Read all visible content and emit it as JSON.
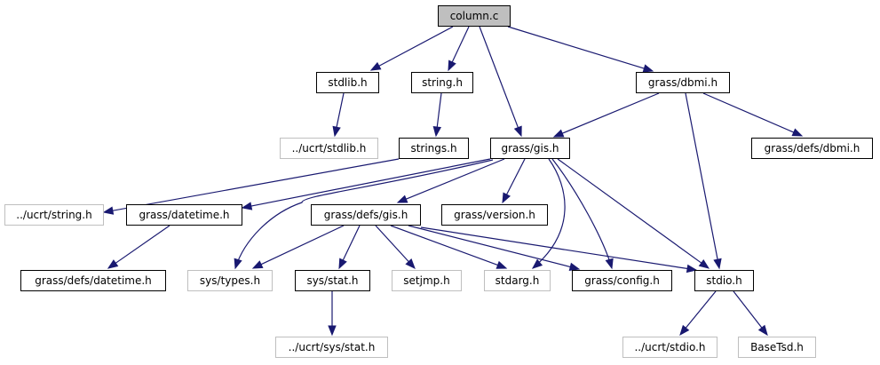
{
  "title": "column.c",
  "colors": {
    "edge": "#191970",
    "root_fill": "#bfbfbf",
    "ext_border": "#bfbfbf",
    "node_border": "#000000"
  },
  "nodes": [
    {
      "id": "column_c",
      "label": "column.c",
      "kind": "root"
    },
    {
      "id": "stdlib_h",
      "label": "stdlib.h",
      "kind": "doc"
    },
    {
      "id": "string_h",
      "label": "string.h",
      "kind": "doc"
    },
    {
      "id": "grass_dbmi_h",
      "label": "grass/dbmi.h",
      "kind": "doc"
    },
    {
      "id": "ucrt_stdlib_h",
      "label": "../ucrt/stdlib.h",
      "kind": "ext"
    },
    {
      "id": "strings_h",
      "label": "strings.h",
      "kind": "doc"
    },
    {
      "id": "grass_gis_h",
      "label": "grass/gis.h",
      "kind": "doc"
    },
    {
      "id": "grass_defs_dbmi_h",
      "label": "grass/defs/dbmi.h",
      "kind": "doc"
    },
    {
      "id": "ucrt_string_h",
      "label": "../ucrt/string.h",
      "kind": "ext"
    },
    {
      "id": "grass_datetime_h",
      "label": "grass/datetime.h",
      "kind": "doc"
    },
    {
      "id": "grass_defs_gis_h",
      "label": "grass/defs/gis.h",
      "kind": "doc"
    },
    {
      "id": "grass_version_h",
      "label": "grass/version.h",
      "kind": "doc"
    },
    {
      "id": "grass_defs_datetime_h",
      "label": "grass/defs/datetime.h",
      "kind": "doc"
    },
    {
      "id": "sys_types_h",
      "label": "sys/types.h",
      "kind": "ext"
    },
    {
      "id": "sys_stat_h",
      "label": "sys/stat.h",
      "kind": "doc"
    },
    {
      "id": "setjmp_h",
      "label": "setjmp.h",
      "kind": "ext"
    },
    {
      "id": "stdarg_h",
      "label": "stdarg.h",
      "kind": "ext"
    },
    {
      "id": "grass_config_h",
      "label": "grass/config.h",
      "kind": "doc"
    },
    {
      "id": "stdio_h",
      "label": "stdio.h",
      "kind": "doc"
    },
    {
      "id": "ucrt_sys_stat_h",
      "label": "../ucrt/sys/stat.h",
      "kind": "ext"
    },
    {
      "id": "ucrt_stdio_h",
      "label": "../ucrt/stdio.h",
      "kind": "ext"
    },
    {
      "id": "basetsd_h",
      "label": "BaseTsd.h",
      "kind": "ext"
    }
  ],
  "edges": [
    [
      "column_c",
      "stdlib_h"
    ],
    [
      "column_c",
      "string_h"
    ],
    [
      "column_c",
      "grass_gis_h"
    ],
    [
      "column_c",
      "grass_dbmi_h"
    ],
    [
      "stdlib_h",
      "ucrt_stdlib_h"
    ],
    [
      "string_h",
      "strings_h"
    ],
    [
      "strings_h",
      "ucrt_string_h"
    ],
    [
      "grass_dbmi_h",
      "grass_gis_h"
    ],
    [
      "grass_dbmi_h",
      "grass_defs_dbmi_h"
    ],
    [
      "grass_dbmi_h",
      "stdio_h"
    ],
    [
      "grass_gis_h",
      "grass_datetime_h"
    ],
    [
      "grass_gis_h",
      "sys_types_h"
    ],
    [
      "grass_gis_h",
      "grass_defs_gis_h"
    ],
    [
      "grass_gis_h",
      "grass_version_h"
    ],
    [
      "grass_gis_h",
      "stdarg_h"
    ],
    [
      "grass_gis_h",
      "grass_config_h"
    ],
    [
      "grass_gis_h",
      "stdio_h"
    ],
    [
      "grass_datetime_h",
      "grass_defs_datetime_h"
    ],
    [
      "grass_defs_gis_h",
      "sys_types_h"
    ],
    [
      "grass_defs_gis_h",
      "sys_stat_h"
    ],
    [
      "grass_defs_gis_h",
      "setjmp_h"
    ],
    [
      "grass_defs_gis_h",
      "stdarg_h"
    ],
    [
      "grass_defs_gis_h",
      "grass_config_h"
    ],
    [
      "grass_defs_gis_h",
      "stdio_h"
    ],
    [
      "sys_stat_h",
      "ucrt_sys_stat_h"
    ],
    [
      "stdio_h",
      "ucrt_stdio_h"
    ],
    [
      "stdio_h",
      "basetsd_h"
    ]
  ]
}
